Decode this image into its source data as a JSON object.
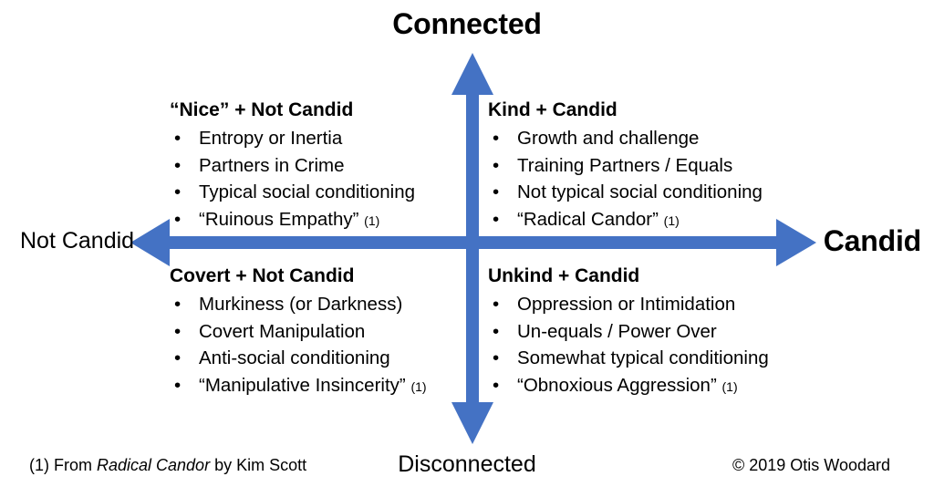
{
  "axes": {
    "top_label": "Connected",
    "bottom_label": "Disconnected",
    "left_label": "Not Candid",
    "right_label": "Candid",
    "arrow_color": "#4472C4"
  },
  "quadrants": {
    "top_left": {
      "title": "“Nice” + Not Candid",
      "items": [
        {
          "text": "Entropy or Inertia",
          "ref": ""
        },
        {
          "text": "Partners in Crime",
          "ref": ""
        },
        {
          "text": "Typical social conditioning",
          "ref": ""
        },
        {
          "text": "“Ruinous Empathy”",
          "ref": "(1)"
        }
      ]
    },
    "top_right": {
      "title": "Kind + Candid",
      "items": [
        {
          "text": "Growth and challenge",
          "ref": ""
        },
        {
          "text": "Training Partners / Equals",
          "ref": ""
        },
        {
          "text": "Not typical social conditioning",
          "ref": ""
        },
        {
          "text": "“Radical Candor”",
          "ref": "(1)"
        }
      ]
    },
    "bottom_left": {
      "title": "Covert + Not Candid",
      "items": [
        {
          "text": "Murkiness (or Darkness)",
          "ref": ""
        },
        {
          "text": "Covert Manipulation",
          "ref": ""
        },
        {
          "text": "Anti-social conditioning",
          "ref": ""
        },
        {
          "text": "“Manipulative Insincerity”",
          "ref": "(1)"
        }
      ]
    },
    "bottom_right": {
      "title": "Unkind + Candid",
      "items": [
        {
          "text": "Oppression or Intimidation",
          "ref": ""
        },
        {
          "text": "Un-equals / Power Over",
          "ref": ""
        },
        {
          "text": "Somewhat typical conditioning",
          "ref": ""
        },
        {
          "text": "“Obnoxious Aggression”",
          "ref": "(1)"
        }
      ]
    }
  },
  "bullet_glyph": "•",
  "footer": {
    "footnote_prefix": "(1) From ",
    "footnote_title": "Radical Candor",
    "footnote_suffix": " by Kim Scott",
    "copyright": "© 2019 Otis Woodard"
  }
}
